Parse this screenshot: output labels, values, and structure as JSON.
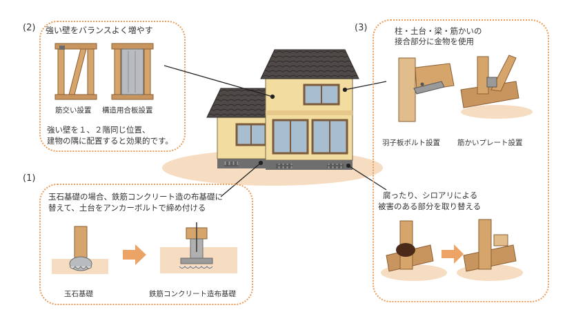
{
  "sections": [
    {
      "number": "(2)",
      "heading": "強い壁をバランスよく増やす",
      "captions": [
        "筋交い設置",
        "構造用合板設置"
      ],
      "note_lines": [
        "強い壁を１、２階同じ位置、",
        "建物の隅に配置すると効果的です。"
      ]
    },
    {
      "number": "(3)",
      "heading_lines": [
        "柱・土台・梁・筋かいの",
        "接合部分に金物を使用"
      ],
      "captions": [
        "羽子板ボルト設置",
        "筋かいプレート設置"
      ],
      "sub_heading_lines": [
        "腐ったり、シロアリによる",
        "被害のある部分を取り替える"
      ]
    },
    {
      "number": "(1)",
      "heading_lines": [
        "玉石基礎の場合、鉄筋コンクリート造の布基礎に",
        "替えて、土台をアンカーボルトで締め付ける"
      ],
      "captions": [
        "玉石基礎",
        "鉄筋コンクリート造布基礎"
      ]
    }
  ],
  "colors": {
    "panel_border": "#ec9a56",
    "arrow": "#eca466",
    "ground": "#f6dcc0",
    "wall": "#f2dca0",
    "roof": "#4f4a48",
    "timber": "#c9955e"
  }
}
